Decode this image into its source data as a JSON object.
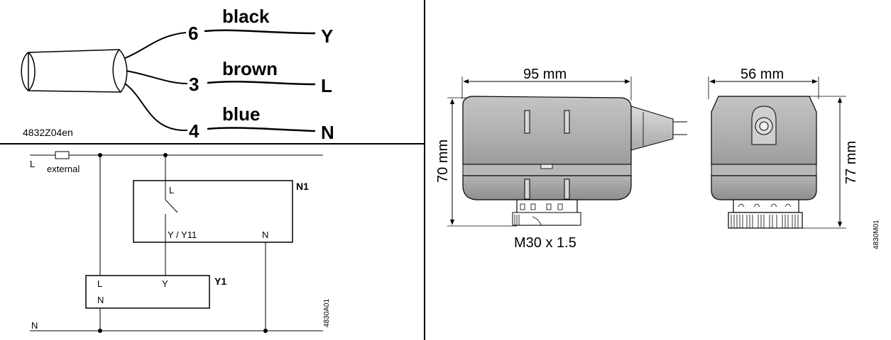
{
  "wiring": {
    "doc_code": "4832Z04en",
    "wires": [
      {
        "number": "6",
        "color": "black",
        "terminal": "Y"
      },
      {
        "number": "3",
        "color": "brown",
        "terminal": "L"
      },
      {
        "number": "4",
        "color": "blue",
        "terminal": "N"
      }
    ]
  },
  "schematic": {
    "line_L": "L",
    "line_N": "N",
    "fuse_label": "external",
    "controller": {
      "name": "N1",
      "pin_L": "L",
      "pin_Y": "Y / Y11",
      "pin_N": "N"
    },
    "actuator": {
      "name": "Y1",
      "pin_L": "L",
      "pin_Y": "Y",
      "pin_N": "N"
    },
    "doc_code": "4830A01"
  },
  "dimensions": {
    "front_width": "95 mm",
    "front_height": "70 mm",
    "thread": "M30 x 1.5",
    "side_width": "56 mm",
    "side_height": "77 mm",
    "doc_code": "4830M01"
  }
}
